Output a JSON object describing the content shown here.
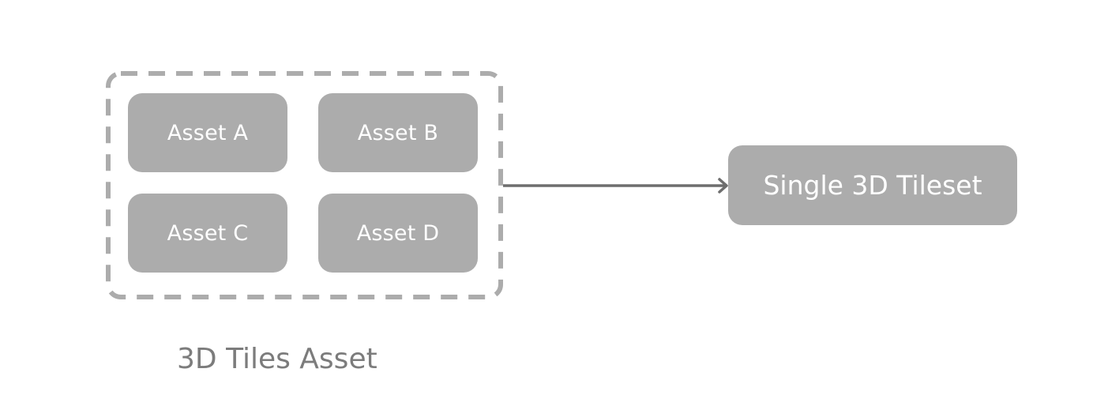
{
  "group": {
    "caption": "3D Tiles Asset",
    "assets": [
      {
        "label": "Asset A"
      },
      {
        "label": "Asset B"
      },
      {
        "label": "Asset C"
      },
      {
        "label": "Asset D"
      }
    ]
  },
  "output": {
    "label": "Single 3D Tileset"
  },
  "colors": {
    "box_fill": "#acacac",
    "box_text": "#ffffff",
    "dashed_border": "#acacac",
    "arrow": "#6e6e6e",
    "caption_text": "#7c7c7c",
    "background": "#ffffff"
  }
}
